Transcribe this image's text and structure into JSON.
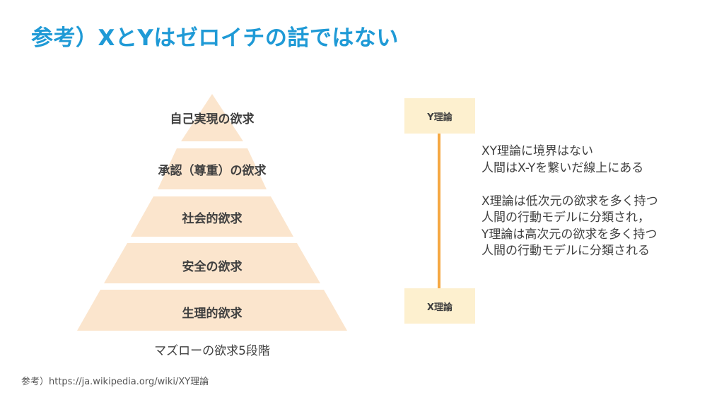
{
  "title": "参考）XとYはゼロイチの話ではない",
  "pyramid": {
    "tiers": [
      "自己実現の欲求",
      "承認（尊重）の欲求",
      "社会的欲求",
      "安全の欲求",
      "生理的欲求"
    ],
    "caption": "マズローの欲求5段階",
    "fill_color": "#fbe5cd"
  },
  "theory_scale": {
    "top_label": "Y理論",
    "bottom_label": "X理論",
    "line_color": "#f5a843",
    "box_color": "#fdf0cf"
  },
  "description": {
    "lines": [
      "XY理論に境界はない",
      "人間はX-Yを繋いだ線上にある",
      "",
      "X理論は低次元の欲求を多く持つ",
      "人間の行動モデルに分類され，",
      "Y理論は高次元の欲求を多く持つ",
      "人間の行動モデルに分類される"
    ]
  },
  "footer": "参考）https://ja.wikipedia.org/wiki/XY理論"
}
